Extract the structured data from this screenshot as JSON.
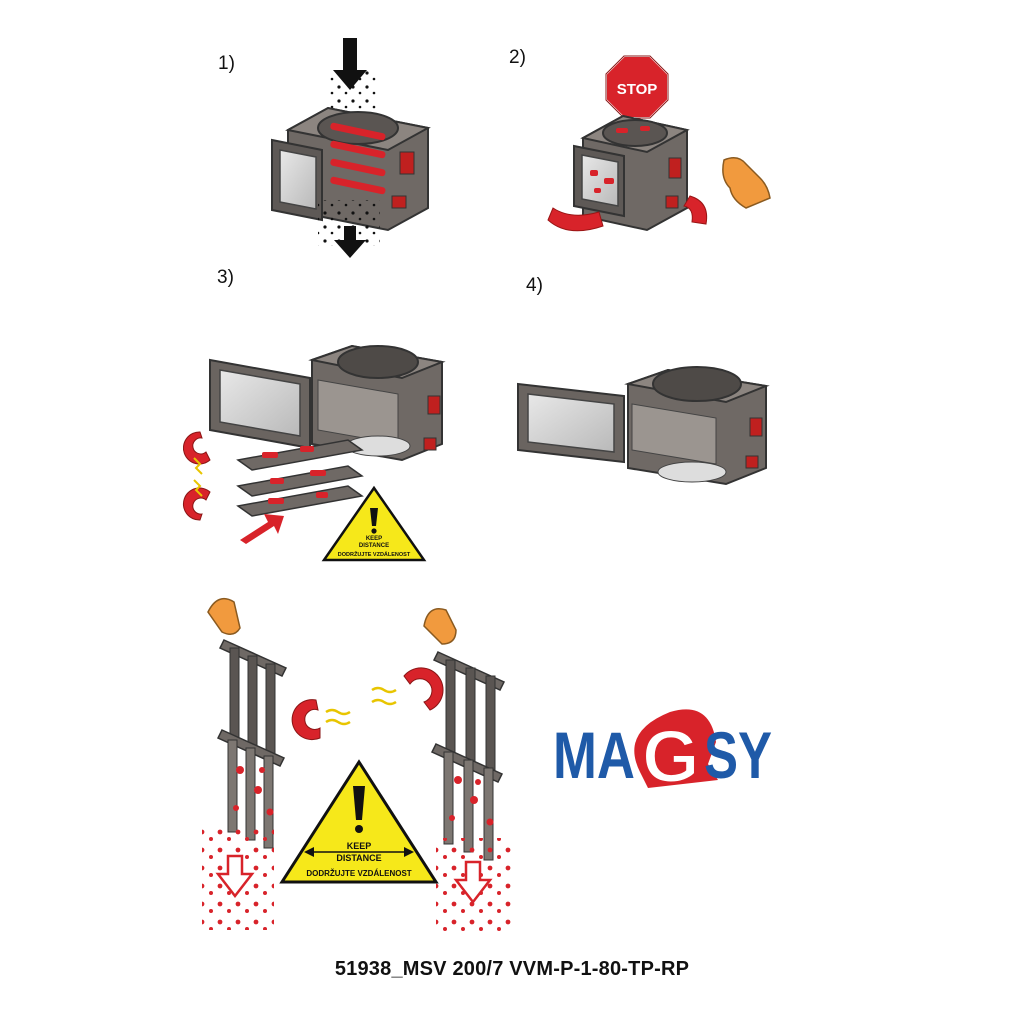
{
  "steps": [
    {
      "number": "1)"
    },
    {
      "number": "2)"
    },
    {
      "number": "3)"
    },
    {
      "number": "4)"
    }
  ],
  "stop_sign": {
    "text": "STOP"
  },
  "warning_small": {
    "line1": "KEEP",
    "line2": "DISTANCE",
    "line3": "DODRŽUJTE VZDÁLENOST"
  },
  "warning_large": {
    "line1": "KEEP",
    "line2": "DISTANCE",
    "line3": "DODRŽUJTE VZDÁLENOST"
  },
  "logo": {
    "text_left": "MA",
    "text_mid": "G",
    "text_right": "SY"
  },
  "caption": "51938_MSV 200/7 VVM-P-1-80-TP-RP",
  "colors": {
    "magnet_red": "#d8232a",
    "housing_gray": "#77716c",
    "logo_blue": "#1f5aa8",
    "warning_yellow": "#f6e81a",
    "skin_orange": "#f19a3e"
  }
}
